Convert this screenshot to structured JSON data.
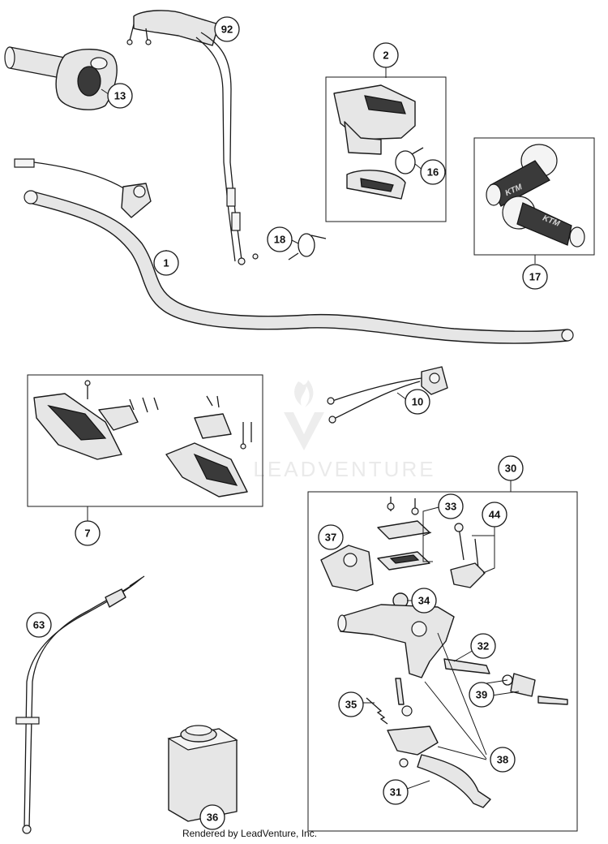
{
  "diagram": {
    "watermark": "LEADVENTURE",
    "credit": "Rendered by LeadVenture, Inc.",
    "grip_logo": "KTM",
    "callouts": {
      "c1": "1",
      "c2": "2",
      "c7": "7",
      "c10": "10",
      "c13": "13",
      "c16": "16",
      "c17": "17",
      "c18": "18",
      "c30": "30",
      "c31": "31",
      "c32": "32",
      "c33": "33",
      "c34": "34",
      "c35": "35",
      "c36": "36",
      "c37": "37",
      "c38": "38",
      "c39": "39",
      "c44": "44",
      "c63": "63",
      "c92": "92"
    }
  }
}
